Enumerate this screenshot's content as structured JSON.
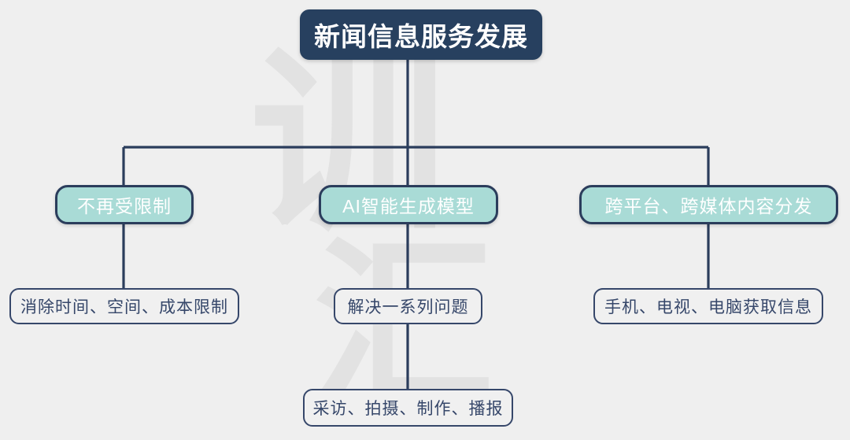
{
  "diagram": {
    "type": "org-chart",
    "title": "新闻信息服务发展",
    "background_color": "#efefef",
    "watermark": {
      "top_char": "训",
      "bottom_char": "汇",
      "color": "#e2e2e2"
    },
    "colors": {
      "root_fill": "#27405f",
      "root_text": "#ffffff",
      "level2_fill": "#a9dbd6",
      "level2_border": "#2b3d5c",
      "level2_text": "#ffffff",
      "level3_fill": "#f0f0f0",
      "level3_border": "#36476a",
      "level3_text": "#36476a",
      "connector": "#2b3d5c"
    },
    "root": {
      "label": "新闻信息服务发展"
    },
    "branches": [
      {
        "id": "branch-left",
        "label": "不再受限制",
        "children": [
          {
            "label": "消除时间、空间、成本限制"
          }
        ]
      },
      {
        "id": "branch-center",
        "label": "AI智能生成模型",
        "children": [
          {
            "label": "解决一系列问题"
          },
          {
            "label": "采访、拍摄、制作、播报"
          }
        ]
      },
      {
        "id": "branch-right",
        "label": "跨平台、跨媒体内容分发",
        "children": [
          {
            "label": "手机、电视、电脑获取信息"
          }
        ]
      }
    ]
  }
}
